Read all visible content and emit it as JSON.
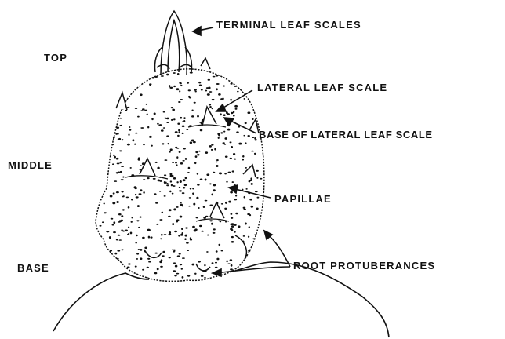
{
  "figure": {
    "region_labels": {
      "top": "TOP",
      "middle": "MIDDLE",
      "base": "BASE"
    },
    "callouts": {
      "terminal_leaf_scales": "TERMINAL LEAF SCALES",
      "lateral_leaf_scale": "LATERAL LEAF SCALE",
      "base_of_lateral_leaf_scale": "BASE OF LATERAL LEAF SCALE",
      "papillae": "PAPILLAE",
      "root_protuberances": "ROOT PROTUBERANCES"
    },
    "colors": {
      "ink": "#111111",
      "background": "#ffffff"
    }
  }
}
